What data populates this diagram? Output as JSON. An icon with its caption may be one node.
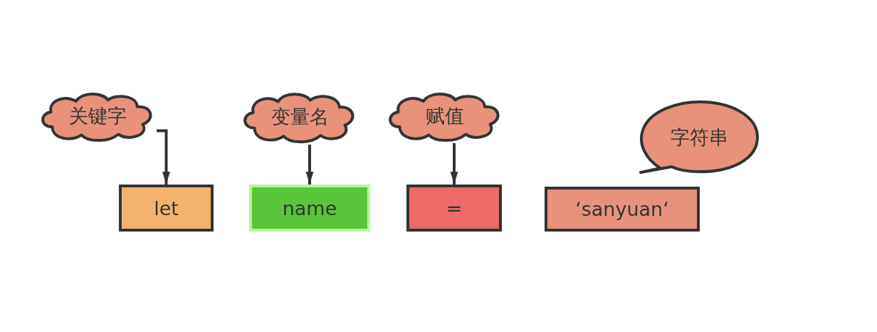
{
  "diagram": {
    "nodes": [
      {
        "text": [
          "关键字"
        ]
      },
      {
        "text": [
          "变量名"
        ]
      },
      {
        "text": [
          "赋值"
        ]
      },
      {
        "text": [
          "字符串"
        ]
      },
      {
        "text": [
          "let"
        ]
      },
      {
        "text": [
          "name"
        ]
      },
      {
        "text": [
          "="
        ]
      },
      {
        "text": [
          "‘sanyuan‘"
        ]
      }
    ],
    "edges": [
      {
        "from": 0,
        "to": 4,
        "arrow": "to"
      },
      {
        "from": 1,
        "to": 5,
        "arrow": "to"
      },
      {
        "from": 2,
        "to": 6,
        "arrow": "to"
      }
    ]
  }
}
